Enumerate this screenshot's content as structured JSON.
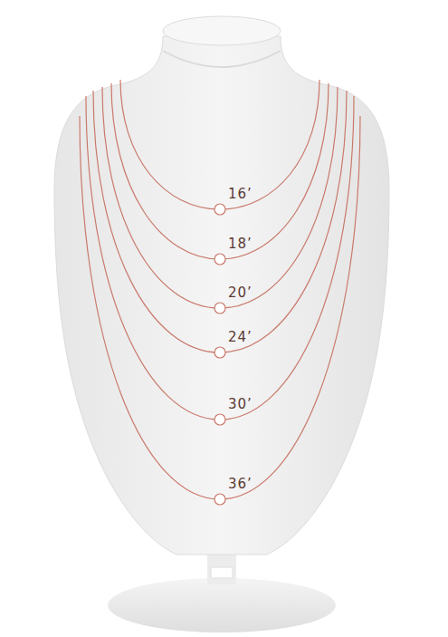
{
  "diagram": {
    "labels": [
      "16’",
      "18’",
      "20’",
      "24’",
      "30’",
      "36’"
    ]
  }
}
